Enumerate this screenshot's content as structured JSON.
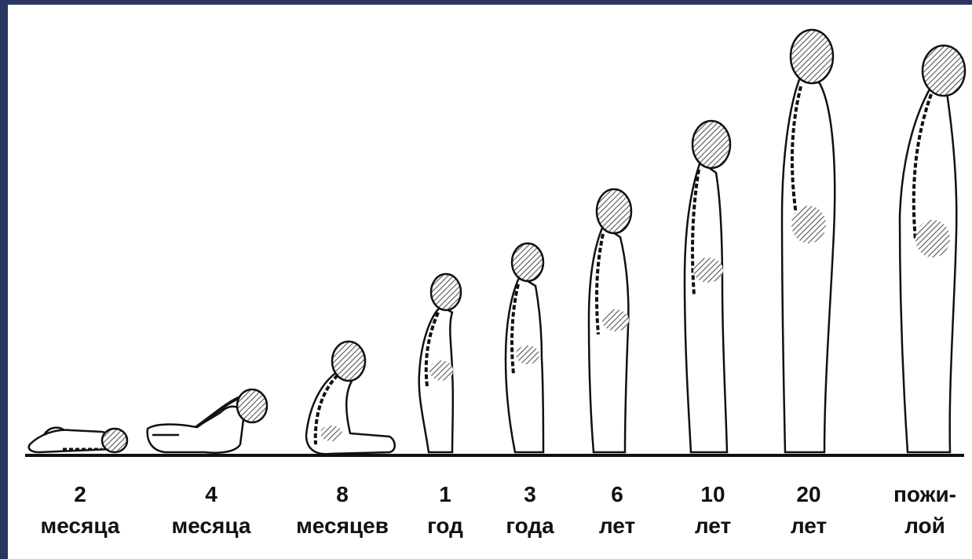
{
  "stages": [
    {
      "id": "2m",
      "line1": "2",
      "line2": "месяца"
    },
    {
      "id": "4m",
      "line1": "4",
      "line2": "месяца"
    },
    {
      "id": "8m",
      "line1": "8",
      "line2": "месяцев"
    },
    {
      "id": "1y",
      "line1": "1",
      "line2": "год"
    },
    {
      "id": "3y",
      "line1": "3",
      "line2": "года"
    },
    {
      "id": "6y",
      "line1": "6",
      "line2": "лет"
    },
    {
      "id": "10y",
      "line1": "10",
      "line2": "лет"
    },
    {
      "id": "20y",
      "line1": "20",
      "line2": "лет"
    },
    {
      "id": "old",
      "line1": "пожи-",
      "line2": "лой"
    }
  ],
  "colors": {
    "frame": "#2b3562",
    "background": "#ffffff",
    "ink": "#111111",
    "hatch": "#555555"
  }
}
